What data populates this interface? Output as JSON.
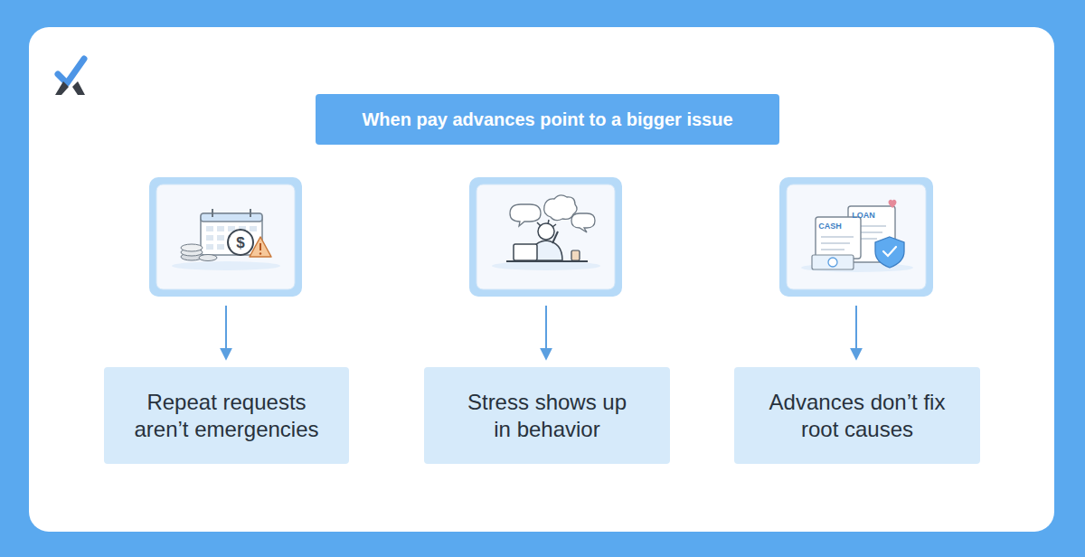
{
  "diagram": {
    "title": "When pay advances point to a bigger issue",
    "nodes": [
      {
        "text": [
          "Repeat requests aren’t emergencies"
        ]
      },
      {
        "text": [
          "Stress shows up in behavior"
        ]
      },
      {
        "text": [
          "Advances don’t fix root causes"
        ]
      }
    ],
    "labels": [
      "$",
      "CASH",
      "LOAN"
    ]
  }
}
